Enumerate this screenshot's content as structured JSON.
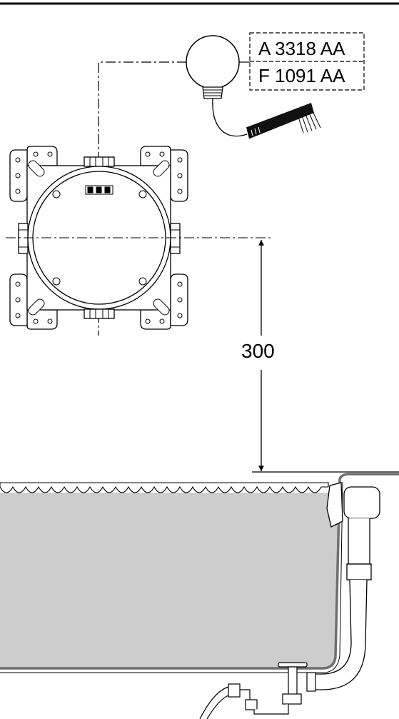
{
  "labels": {
    "code_a": "A 3318 AA",
    "code_f": "F 1091 AA",
    "dimension": "300"
  },
  "colors": {
    "line": "#000000",
    "water": "#cdcdcd",
    "tub_edge": "#6f6f6f",
    "background": "#ffffff"
  },
  "icons": {
    "shower_head": "shower-head-icon",
    "dimension_arrow": "arrow-icon"
  }
}
